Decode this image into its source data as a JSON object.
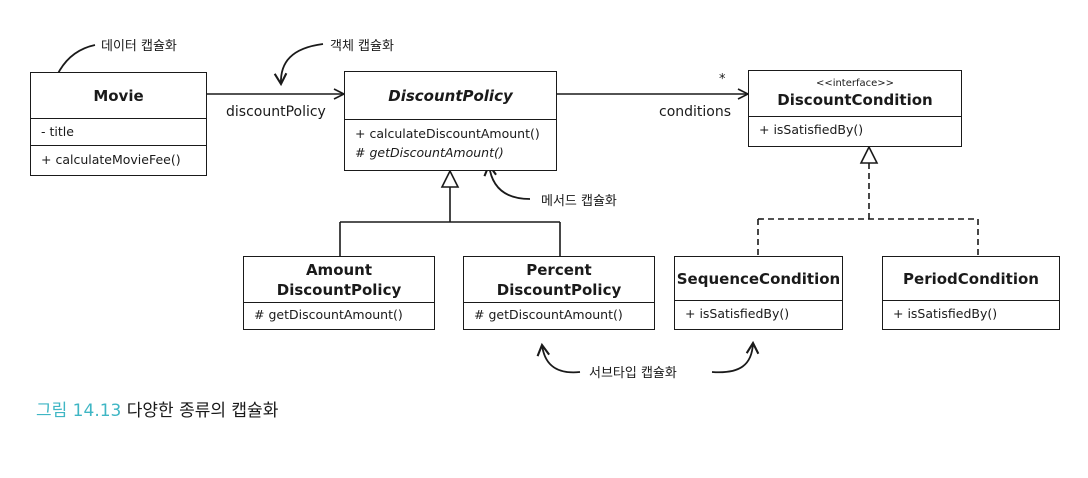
{
  "classes": {
    "movie": {
      "name": "Movie",
      "attributes": [
        "- title"
      ],
      "operations": [
        "+ calculateMovieFee()"
      ]
    },
    "discount_policy": {
      "name": "DiscountPolicy",
      "operations": [
        "+ calculateDiscountAmount()",
        "# getDiscountAmount()"
      ]
    },
    "amount_policy": {
      "name_line1": "Amount",
      "name_line2": "DiscountPolicy",
      "operations": [
        "# getDiscountAmount()"
      ]
    },
    "percent_policy": {
      "name_line1": "Percent",
      "name_line2": "DiscountPolicy",
      "operations": [
        "# getDiscountAmount()"
      ]
    },
    "discount_condition": {
      "stereotype": "<<interface>>",
      "name": "DiscountCondition",
      "operations": [
        "+ isSatisfiedBy()"
      ]
    },
    "sequence_condition": {
      "name": "SequenceCondition",
      "operations": [
        "+ isSatisfiedBy()"
      ]
    },
    "period_condition": {
      "name": "PeriodCondition",
      "operations": [
        "+ isSatisfiedBy()"
      ]
    }
  },
  "associations": {
    "discount_policy_role": "discountPolicy",
    "conditions_role": "conditions",
    "conditions_multiplicity": "*"
  },
  "annotations": {
    "data_encapsulation": "데이터 캡슐화",
    "object_encapsulation": "객체 캡슐화",
    "method_encapsulation": "메서드 캡슐화",
    "subtype_encapsulation": "서브타입 캡슐화"
  },
  "caption": {
    "number": "그림 14.13",
    "text": "다양한 종류의 캡슐화"
  }
}
